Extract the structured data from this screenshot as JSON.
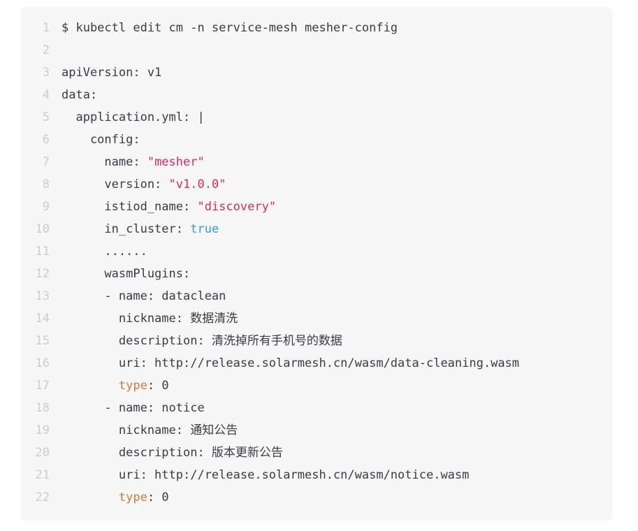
{
  "code_block": {
    "language": "yaml",
    "background_color": "#f7f7f7",
    "page_background_color": "#ffffff",
    "line_number_color": "#cccccc",
    "default_text_color": "#383c42",
    "token_colors": {
      "string": "#e02a56",
      "literal": "#2f9fd9",
      "builtin": "#c57f35"
    },
    "lines": [
      {
        "n": 1,
        "tokens": [
          {
            "t": "$ kubectl edit cm -n service-mesh mesher-config"
          }
        ]
      },
      {
        "n": 2,
        "tokens": []
      },
      {
        "n": 3,
        "tokens": [
          {
            "t": "apiVersion: v1"
          }
        ]
      },
      {
        "n": 4,
        "tokens": [
          {
            "t": "data:"
          }
        ]
      },
      {
        "n": 5,
        "tokens": [
          {
            "t": "  application.yml: |"
          }
        ]
      },
      {
        "n": 6,
        "tokens": [
          {
            "t": "    config:"
          }
        ]
      },
      {
        "n": 7,
        "tokens": [
          {
            "t": "      name: "
          },
          {
            "t": "\"mesher\"",
            "c": "string"
          }
        ]
      },
      {
        "n": 8,
        "tokens": [
          {
            "t": "      version: "
          },
          {
            "t": "\"v1.0.0\"",
            "c": "string"
          }
        ]
      },
      {
        "n": 9,
        "tokens": [
          {
            "t": "      istiod_name: "
          },
          {
            "t": "\"discovery\"",
            "c": "string"
          }
        ]
      },
      {
        "n": 10,
        "tokens": [
          {
            "t": "      in_cluster: "
          },
          {
            "t": "true",
            "c": "literal"
          }
        ]
      },
      {
        "n": 11,
        "tokens": [
          {
            "t": "      ......"
          }
        ]
      },
      {
        "n": 12,
        "tokens": [
          {
            "t": "      wasmPlugins:"
          }
        ]
      },
      {
        "n": 13,
        "tokens": [
          {
            "t": "      - name: dataclean"
          }
        ]
      },
      {
        "n": 14,
        "tokens": [
          {
            "t": "        nickname: 数据清洗"
          }
        ]
      },
      {
        "n": 15,
        "tokens": [
          {
            "t": "        description: 清洗掉所有手机号的数据"
          }
        ]
      },
      {
        "n": 16,
        "tokens": [
          {
            "t": "        uri: http://release.solarmesh.cn/wasm/data-cleaning.wasm"
          }
        ]
      },
      {
        "n": 17,
        "tokens": [
          {
            "t": "        "
          },
          {
            "t": "type",
            "c": "builtin"
          },
          {
            "t": ": 0"
          }
        ]
      },
      {
        "n": 18,
        "tokens": [
          {
            "t": "      - name: notice"
          }
        ]
      },
      {
        "n": 19,
        "tokens": [
          {
            "t": "        nickname: 通知公告"
          }
        ]
      },
      {
        "n": 20,
        "tokens": [
          {
            "t": "        description: 版本更新公告"
          }
        ]
      },
      {
        "n": 21,
        "tokens": [
          {
            "t": "        uri: http://release.solarmesh.cn/wasm/notice.wasm"
          }
        ]
      },
      {
        "n": 22,
        "tokens": [
          {
            "t": "        "
          },
          {
            "t": "type",
            "c": "builtin"
          },
          {
            "t": ": 0"
          }
        ]
      }
    ]
  }
}
